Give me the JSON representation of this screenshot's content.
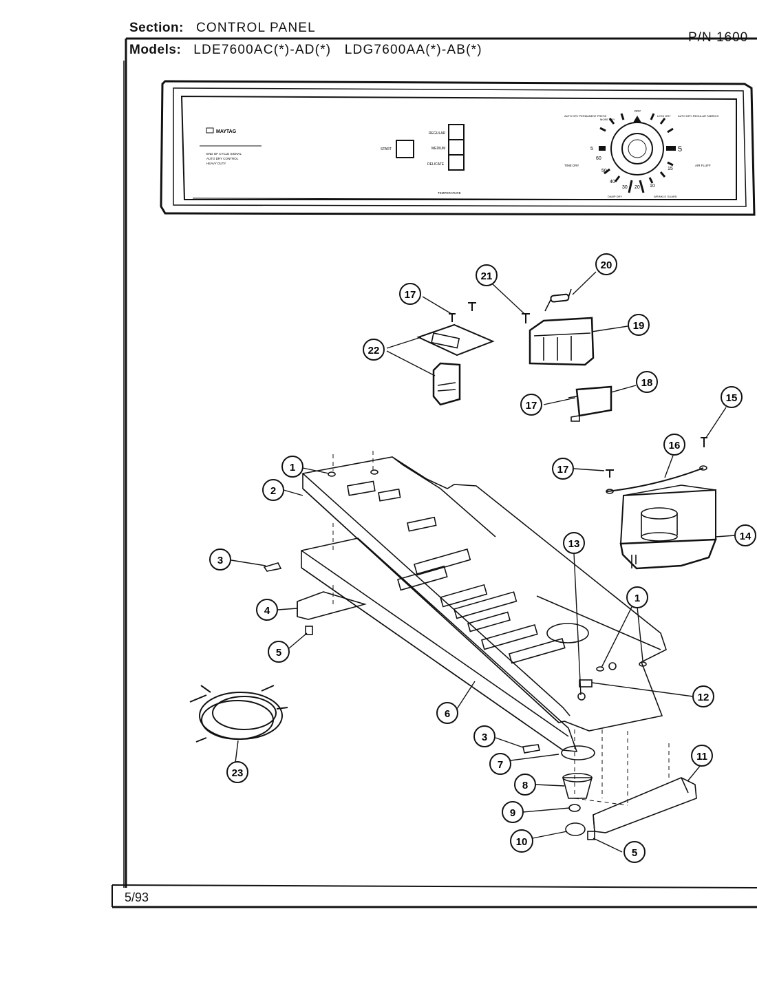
{
  "header": {
    "section_label": "Section:",
    "section_value": "CONTROL PANEL",
    "pn": "P/N 1600",
    "models_label": "Models:",
    "models_value": "LDE7600AC(*)-AD(*)   LDG7600AA(*)-AB(*)"
  },
  "footer": {
    "date": "5/93"
  },
  "panel": {
    "brand": "MAYTAG",
    "left_notes": [
      "END OF CYCLE SIGNAL",
      "AUTO DRY CONTROL",
      "HEAVY DUTY"
    ],
    "start_label": "START",
    "temp_buttons": [
      "REGULAR",
      "MEDIUM",
      "DELICATE"
    ],
    "temperature_label": "TEMPERATURE",
    "dial_labels": {
      "auto_dry_pp": "AUTO DRY PERMANENT PRESS",
      "auto_dry_regular": "AUTO DRY REGULAR FABRICS",
      "time_dry": "TIME DRY",
      "air_fluff": "AIR FLUFF",
      "more_dry": "MORE DRY",
      "less_dry": "LESS DRY",
      "damp_dry": "DAMP DRY",
      "wrinkle_guard": "WRINKLE GUARD",
      "dry": "DRY"
    },
    "dial_numbers": [
      "5",
      "15",
      "10",
      "20",
      "30",
      "40",
      "50",
      "60",
      "5"
    ]
  },
  "callouts": [
    "1",
    "2",
    "3",
    "4",
    "5",
    "6",
    "7",
    "8",
    "9",
    "10",
    "11",
    "12",
    "13",
    "14",
    "15",
    "16",
    "17",
    "18",
    "19",
    "20",
    "21",
    "22",
    "23"
  ]
}
